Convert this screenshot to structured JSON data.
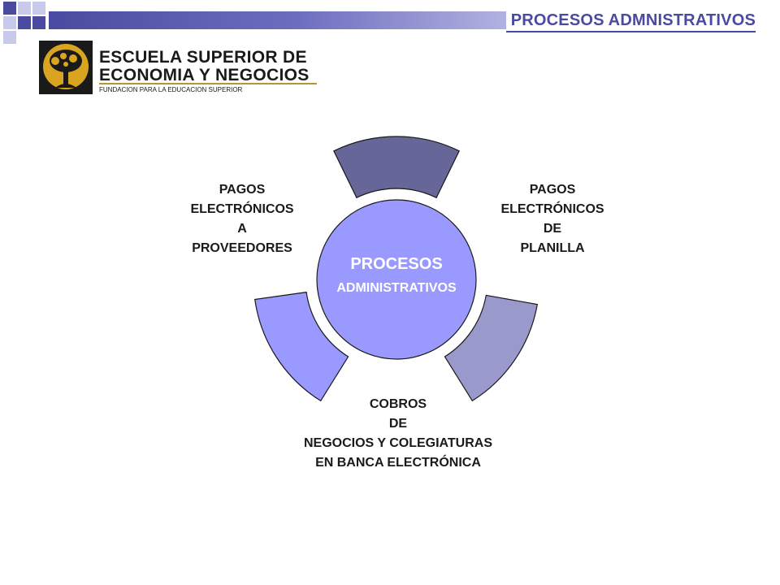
{
  "header": {
    "title": "PROCESOS ADMNISTRATIVOS"
  },
  "logo": {
    "line1": "ESCUELA SUPERIOR DE",
    "line2": "ECONOMIA Y NEGOCIOS",
    "subtitle": "FUNDACION PARA LA EDUCACION SUPERIOR",
    "icon": "tree-icon"
  },
  "diagram": {
    "center_line1": "PROCESOS",
    "center_line2": "ADMINISTRATIVOS",
    "labels": {
      "right": "PAGOS\nELECTRÓNICOS\nDE\nPLANILLA",
      "bottom": "COBROS\nDE\nNEGOCIOS Y COLEGIATURAS\nEN BANCA ELECTRÓNICA",
      "left": "PAGOS\nELECTRÓNICOS\nA\nPROVEEDORES"
    },
    "colors": {
      "top_segment": "#666699",
      "right_segment": "#9999cc",
      "left_segment": "#9999ff",
      "center": "#9999ff",
      "outline": "#1a1a1a"
    }
  },
  "decor": {
    "accent": "#4a4aa0",
    "light_square": "#c9c9ec"
  }
}
